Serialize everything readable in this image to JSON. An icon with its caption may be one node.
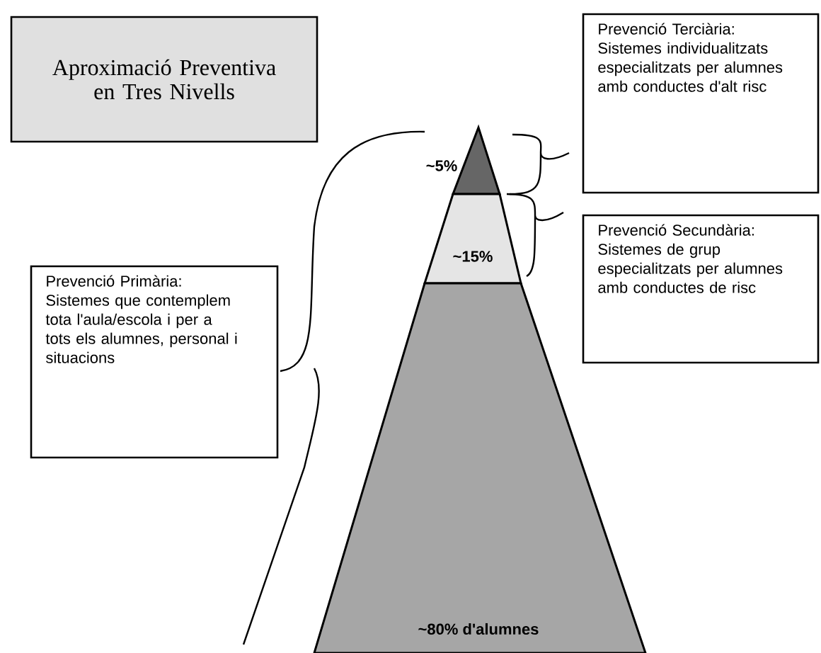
{
  "diagram": {
    "nodes": [
      {
        "text": [
          "Aproximació Preventiva en Tres Nivells"
        ]
      },
      {
        "text": [
          "~5%"
        ]
      },
      {
        "text": [
          "~15%"
        ]
      },
      {
        "text": [
          "~80% d'alumnes"
        ]
      },
      {
        "text": [
          "Prevenció Terciària: Sistemes individualitzats especialitzats per alumnes amb conductes d'alt risc"
        ]
      },
      {
        "text": [
          "Prevenció Secundària: Sistemes de grup especialitzats per alumnes amb conductes de risc"
        ]
      },
      {
        "text": [
          "Prevenció Primària: Sistemes que contemplem tota l'aula/escola i per a tots els alumnes, personal i situacions"
        ]
      }
    ]
  }
}
